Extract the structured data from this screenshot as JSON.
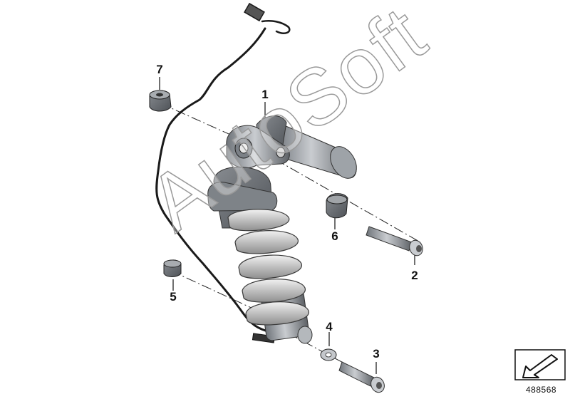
{
  "diagram": {
    "callouts": [
      {
        "id": "1",
        "label": "1"
      },
      {
        "id": "2",
        "label": "2"
      },
      {
        "id": "3",
        "label": "3"
      },
      {
        "id": "4",
        "label": "4"
      },
      {
        "id": "5",
        "label": "5"
      },
      {
        "id": "6",
        "label": "6"
      },
      {
        "id": "7",
        "label": "7"
      }
    ],
    "watermark": "AutoSoft",
    "reference_number": "488568",
    "reference_icon": "arrow-down-left-icon"
  }
}
